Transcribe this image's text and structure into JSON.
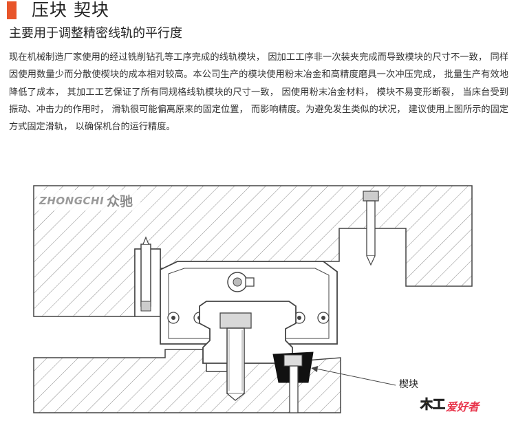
{
  "header": {
    "title": "压块  契块",
    "subtitle": "主要用于调整精密线轨的平行度"
  },
  "body": {
    "paragraph": "现在机械制造厂家使用的经过铣削钻孔等工序完成的线轨模块， 因加工工序非一次装夹完成而导致模块的尺寸不一致， 同样因使用数量少而分散使楔块的成本相对较高。本公司生产的模块使用粉末冶金和高精度磨具一次冲压完成， 批量生产有效地降低了成本， 其加工工艺保证了所有同规格线轨模块的尺寸一致， 因使用粉末冶金材料， 模块不易变形断裂， 当床台受到振动、冲击力的作用时， 滑轨很可能偏离原来的固定位置， 而影响精度。为避免发生类似的状况， 建议使用上图所示的固定方式固定滑轨， 以确保机台的运行精度。"
  },
  "figure": {
    "brand_en": "ZHONGCHI",
    "brand_cn": "众驰",
    "wedge_label": "楔块"
  },
  "watermark": {
    "part1": "木工",
    "part2": "爱好者"
  },
  "colors": {
    "accent": "#e8552a",
    "line": "#444444",
    "hatch": "#8a8a8a"
  }
}
